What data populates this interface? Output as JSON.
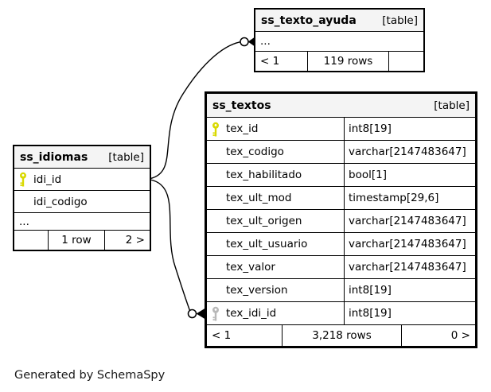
{
  "page": {
    "generator_note": "Generated by SchemaSpy"
  },
  "colors": {
    "header_bg": "#f4f4f4",
    "border": "#000000",
    "pk_key": "#d9d900",
    "fk_key": "#b8b8b8",
    "background": "#ffffff"
  },
  "tables": [
    {
      "name": "ss_texto_ayuda",
      "type_label": "[table]",
      "collapsed_columns": "...",
      "footer": {
        "left": "< 1",
        "center": "119 rows",
        "right": ""
      }
    },
    {
      "name": "ss_textos",
      "type_label": "[table]",
      "columns": [
        {
          "name": "tex_id",
          "type": "int8[19]",
          "key": "primary"
        },
        {
          "name": "tex_codigo",
          "type": "varchar[2147483647]",
          "key": "none"
        },
        {
          "name": "tex_habilitado",
          "type": "bool[1]",
          "key": "none"
        },
        {
          "name": "tex_ult_mod",
          "type": "timestamp[29,6]",
          "key": "none"
        },
        {
          "name": "tex_ult_origen",
          "type": "varchar[2147483647]",
          "key": "none"
        },
        {
          "name": "tex_ult_usuario",
          "type": "varchar[2147483647]",
          "key": "none"
        },
        {
          "name": "tex_valor",
          "type": "varchar[2147483647]",
          "key": "none"
        },
        {
          "name": "tex_version",
          "type": "int8[19]",
          "key": "none"
        },
        {
          "name": "tex_idi_id",
          "type": "int8[19]",
          "key": "foreign"
        }
      ],
      "footer": {
        "left": "< 1",
        "center": "3,218 rows",
        "right": "0 >"
      }
    },
    {
      "name": "ss_idiomas",
      "type_label": "[table]",
      "columns": [
        {
          "name": "idi_id",
          "key": "primary"
        },
        {
          "name": "idi_codigo",
          "key": "none"
        }
      ],
      "collapsed_columns": "...",
      "footer": {
        "left": "",
        "center": "1 row",
        "right": "2 >"
      }
    }
  ],
  "relationships": [
    {
      "from": "ss_idiomas.idi_id",
      "to": "ss_texto_ayuda"
    },
    {
      "from": "ss_idiomas.idi_id",
      "to": "ss_textos.tex_idi_id"
    }
  ]
}
